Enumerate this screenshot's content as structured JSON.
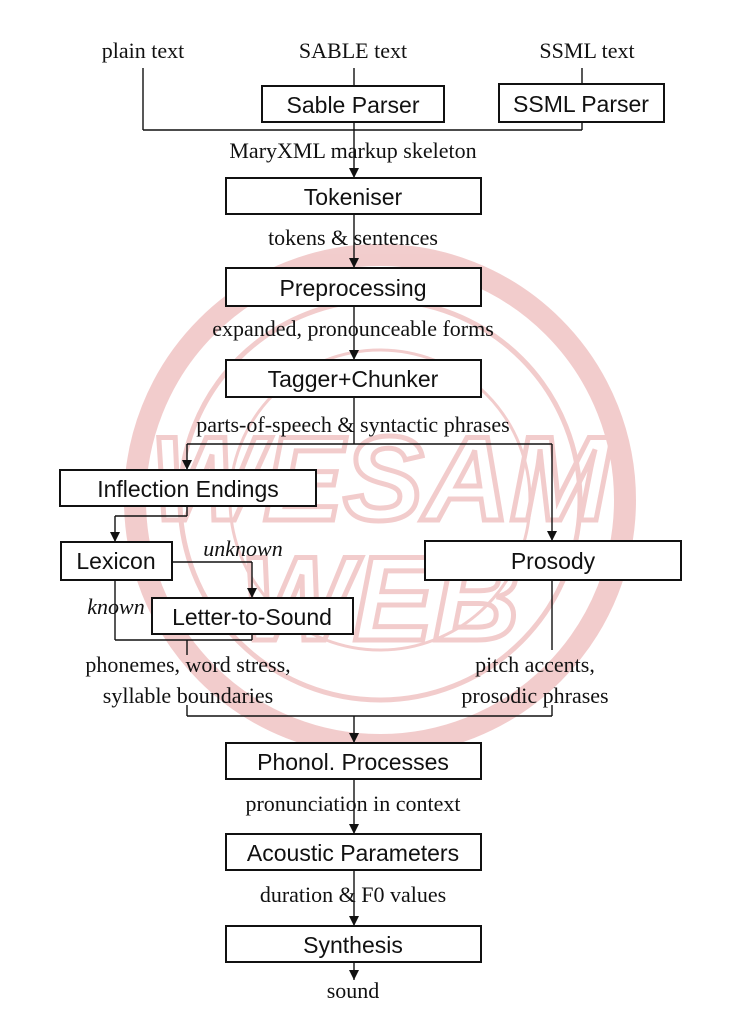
{
  "diagram": {
    "inputs": {
      "plain": "plain text",
      "sable": "SABLE text",
      "ssml": "SSML text"
    },
    "modules": {
      "sable_parser": "Sable Parser",
      "ssml_parser": "SSML Parser",
      "tokeniser": "Tokeniser",
      "preprocessing": "Preprocessing",
      "tagger": "Tagger+Chunker",
      "inflection": "Inflection Endings",
      "lexicon": "Lexicon",
      "lts": "Letter-to-Sound",
      "prosody": "Prosody",
      "phonol": "Phonol. Processes",
      "acoustic": "Acoustic Parameters",
      "synthesis": "Synthesis"
    },
    "data_labels": {
      "skeleton": "MaryXML markup skeleton",
      "tokens": "tokens & sentences",
      "expanded": "expanded, pronounceable forms",
      "pos": "parts-of-speech & syntactic phrases",
      "unknown": "unknown",
      "known": "known",
      "phonemes_1": "phonemes, word stress,",
      "phonemes_2": "syllable boundaries",
      "pitch_1": "pitch accents,",
      "pitch_2": "prosodic phrases",
      "pronunciation": "pronunciation in context",
      "duration": "duration & F0 values",
      "sound": "sound"
    },
    "watermark": {
      "line1": "WESAM",
      "line2": "WEB",
      "color": "#e8a4a4"
    }
  }
}
